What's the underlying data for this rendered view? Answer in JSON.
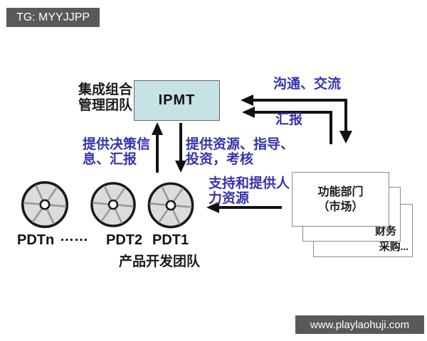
{
  "watermarks": {
    "top_left": "TG: MYYJJPP",
    "bottom_right": "www.playlaohuji.com"
  },
  "diagram": {
    "ipmt_box_label": "IPMT",
    "ipmt_team_lines": [
      "集成组合",
      "管理团队"
    ],
    "flow_labels": {
      "communicate": "沟通、交流",
      "report": "汇报",
      "decision_lines": [
        "提供决策信",
        "息、汇报"
      ],
      "resources_lines": [
        "提供资源、指导、",
        "投资，考核"
      ],
      "hr_lines": [
        "支持和提供人",
        "力资源"
      ]
    },
    "pdt": {
      "items": [
        "PDTn",
        "……",
        "PDT2",
        "PDT1"
      ],
      "caption": "产品开发团队"
    },
    "functional": {
      "front_lines": [
        "功能部门",
        "（市场）"
      ],
      "middle_label": "财务",
      "back_label": "采购..."
    },
    "colors": {
      "accent_blue": "#3434ad",
      "ipmt_fill": "#c6e2e4",
      "watermark_gray": "#59595b",
      "wheel_fill": "#dcdcdc",
      "arrow_black": "#111111"
    }
  }
}
